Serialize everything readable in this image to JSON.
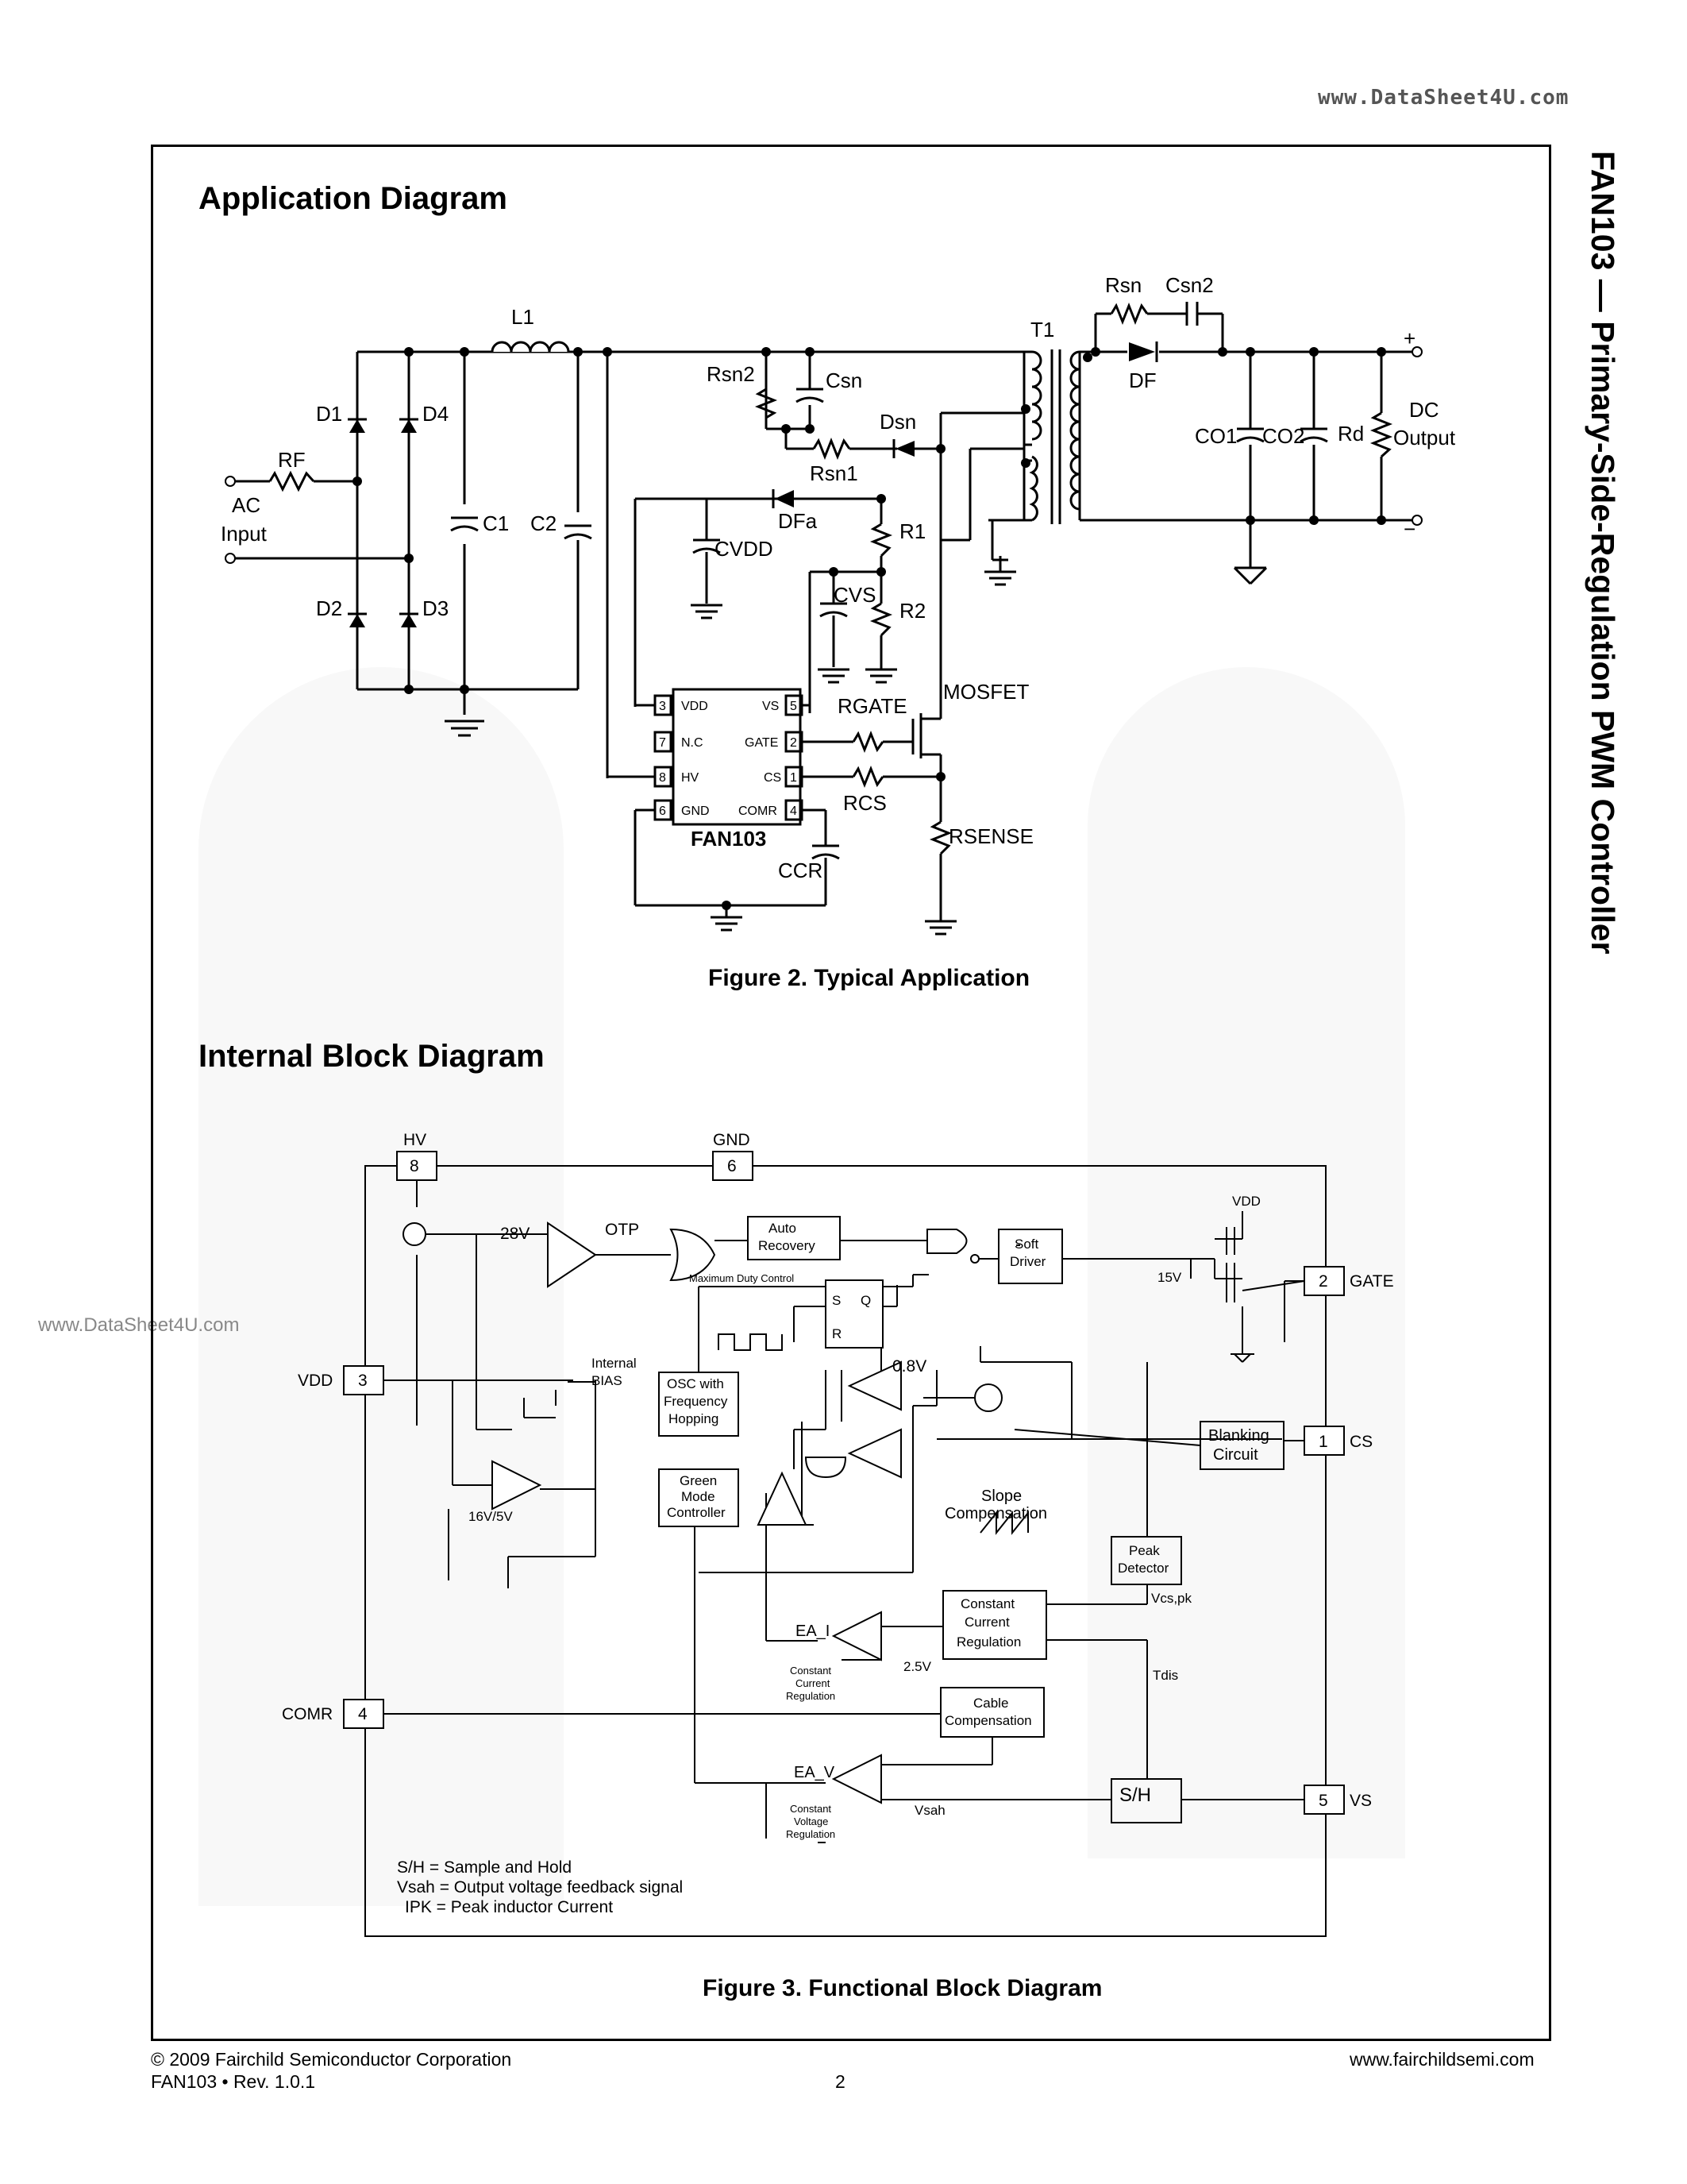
{
  "watermark_top": "www.DataSheet4U.com",
  "watermark_left": "www.DataSheet4U.com",
  "side_title": "FAN103 — Primary-Side-Regulation PWM Controller",
  "application": {
    "heading": "Application Diagram",
    "caption": "Figure 2.  Typical Application",
    "labels": {
      "L1": "L1",
      "Rf": "RF",
      "ac_input_1": "AC",
      "ac_input_2": "Input",
      "D1": "D1",
      "D2": "D2",
      "D3": "D3",
      "D4": "D4",
      "C1": "C1",
      "C2": "C2",
      "T1": "T1",
      "Rsn": "Rsn",
      "Csn2": "Csn2",
      "DF": "DF",
      "Rsn2": "Rsn2",
      "Csn": "Csn",
      "Dsn": "Dsn",
      "Rsn1": "Rsn1",
      "DFa": "DFa",
      "R1": "R1",
      "R2": "R2",
      "Cvdd": "CVDD",
      "Cvs": "CVS",
      "Co1": "CO1",
      "Co2": "CO2",
      "Rd": "Rd",
      "dc_1": "DC",
      "dc_2": "Output",
      "plus": "+",
      "minus": "−",
      "mosfet": "MOSFET",
      "Rgate": "RGATE",
      "Rcs": "RCS",
      "Rsense": "RSENSE",
      "Ccr": "CCR",
      "chip": "FAN103",
      "pin_vdd": "VDD",
      "pin_nc": "N.C",
      "pin_hv": "HV",
      "pin_gnd": "GND",
      "pin_vs": "VS",
      "pin_gate": "GATE",
      "pin_cs": "CS",
      "pin_comr": "COMR",
      "n3": "3",
      "n7": "7",
      "n8": "8",
      "n6": "6",
      "n5": "5",
      "n2": "2",
      "n1": "1",
      "n4": "4"
    }
  },
  "block": {
    "heading": "Internal Block Diagram",
    "caption": "Figure 3.   Functional Block Diagram",
    "pins": {
      "hv": "HV",
      "hv_num": "8",
      "gnd": "GND",
      "gnd_num": "6",
      "vdd": "VDD",
      "vdd_num": "3",
      "comr": "COMR",
      "comr_num": "4",
      "gate": "GATE",
      "gate_num": "2",
      "cs": "CS",
      "cs_num": "1",
      "vs": "VS",
      "vs_num": "5"
    },
    "blocks": {
      "auto_recovery_1": "Auto",
      "auto_recovery_2": "Recovery",
      "soft_driver_1": "Soft",
      "soft_driver_2": "Driver",
      "osc_1": "OSC with",
      "osc_2": "Frequency",
      "osc_3": "Hopping",
      "green_1": "Green",
      "green_2": "Mode",
      "green_3": "Controller",
      "blanking_1": "Blanking",
      "blanking_2": "Circuit",
      "peak_1": "Peak",
      "peak_2": "Detector",
      "ccr_1": "Constant",
      "ccr_2": "Current",
      "ccr_3": "Regulation",
      "cable_1": "Cable",
      "cable_2": "Compensation",
      "sh": "S/H"
    },
    "labels": {
      "v28": "28V",
      "otp": "OTP",
      "max_duty": "Maximum Duty Control",
      "s": "S",
      "q": "Q",
      "r": "R",
      "internal_1": "Internal",
      "internal_2": "BIAS",
      "v08": "0.8V",
      "v16_5": "16V/5V",
      "vdd_top": "VDD",
      "v15": "15V",
      "slope_1": "Slope",
      "slope_2": "Compensation",
      "vcs_pk": "Vcs,pk",
      "tdis": "Tdis",
      "ea_i": "EA_I",
      "ea_v": "EA_V",
      "v25": "2.5V",
      "cc_1": "Constant",
      "cc_2": "Current",
      "cc_3": "Regulation",
      "cv_1": "Constant",
      "cv_2": "Voltage",
      "cv_3": "Regulation",
      "vsah": "Vsah"
    },
    "legend": [
      "S/H = Sample and Hold",
      "Vsah = Output voltage feedback signal",
      "IPK = Peak inductor Current"
    ]
  },
  "footer": {
    "copyright": "© 2009 Fairchild Semiconductor Corporation",
    "rev": "FAN103  •  Rev. 1.0.1",
    "page": "2",
    "website": "www.fairchildsemi.com"
  }
}
